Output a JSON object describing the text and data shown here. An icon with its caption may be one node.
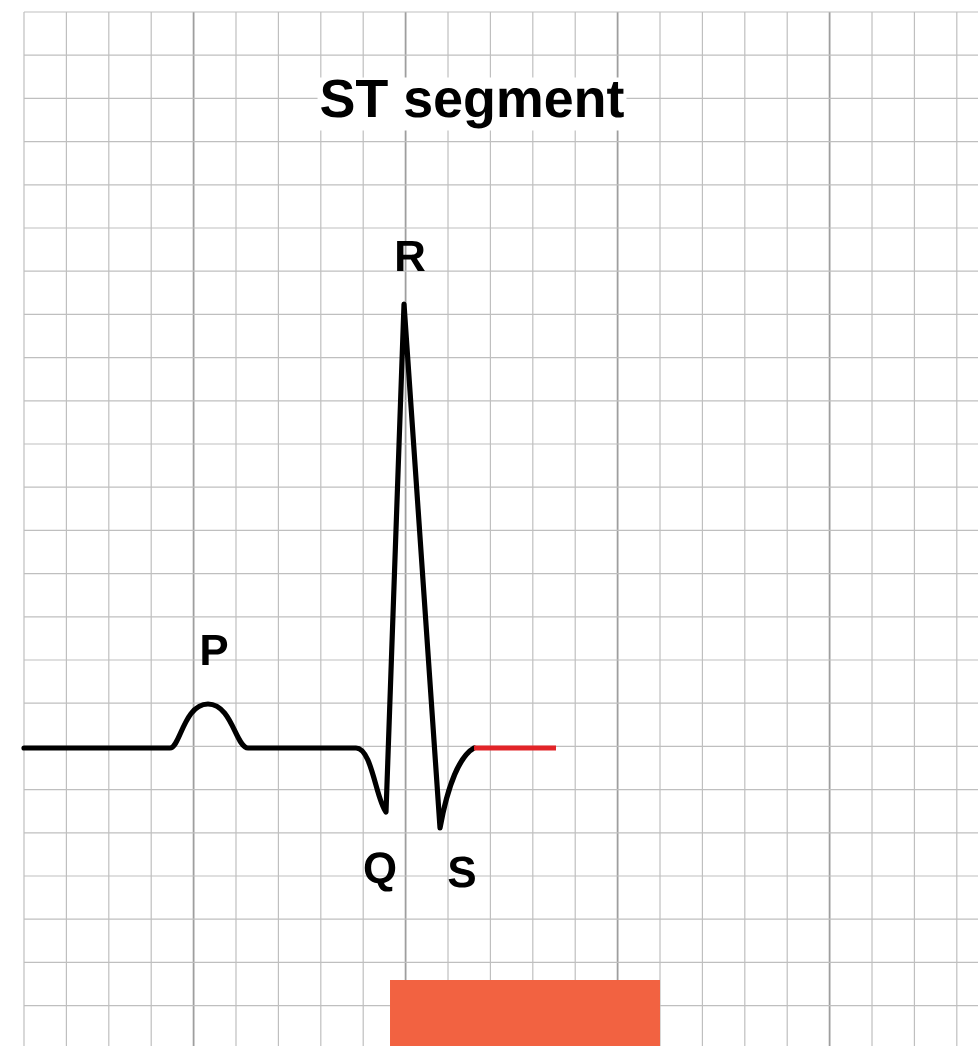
{
  "diagram": {
    "title": "ST segment",
    "nodes": [
      {
        "text": [],
        "shape": "bar"
      }
    ],
    "labels": [
      "R",
      "P",
      "Q",
      "S"
    ]
  }
}
